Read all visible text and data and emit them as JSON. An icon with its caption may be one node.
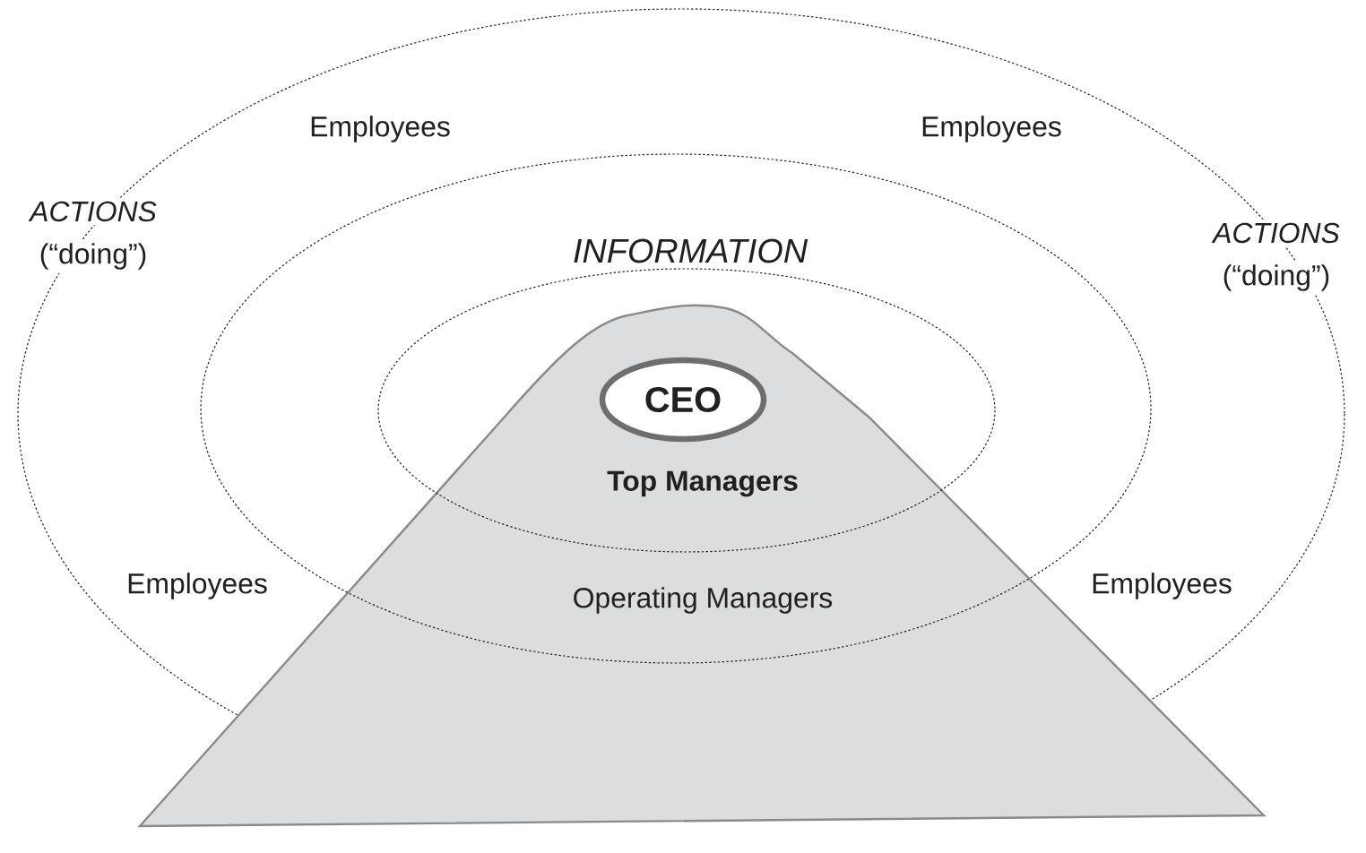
{
  "diagram": {
    "nodes": [
      {
        "text": [
          "Top Managers",
          "Operating Managers"
        ]
      },
      {
        "text": [
          "CEO"
        ],
        "in": 0
      }
    ],
    "labels": [
      "Employees",
      "Employees",
      "ACTIONS",
      "(“doing”)",
      "INFORMATION",
      "ACTIONS",
      "(“doing”)",
      "Employees",
      "Employees"
    ]
  }
}
